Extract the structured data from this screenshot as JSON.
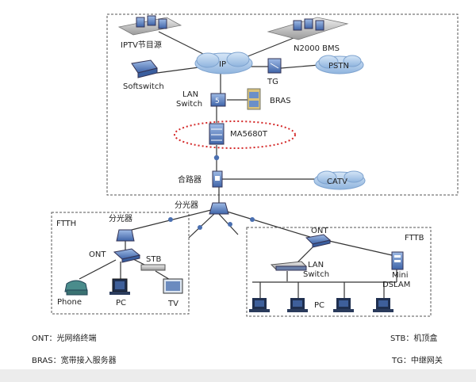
{
  "nodes": {
    "iptv": "IPTV节目源",
    "bms": "N2000 BMS",
    "ip": "IP",
    "softswitch": "Softswitch",
    "tg": "TG",
    "pstn": "PSTN",
    "lan_switch_top": "LAN\nSwitch",
    "bras": "BRAS",
    "ma5680t": "MA5680T",
    "combiner": "合路器",
    "catv": "CATV",
    "splitter_main": "分光器",
    "ftth_title": "FTTH",
    "splitter_ftth": "分光器",
    "ont_ftth": "ONT",
    "stb": "STB",
    "phone": "Phone",
    "pc_ftth": "PC",
    "tv": "TV",
    "fttb_title": "FTTB",
    "ont_fttb": "ONT",
    "lan_switch_fttb": "LAN\nSwitch",
    "mini_dslam": "Mini\nDSLAM",
    "pc_fttb": "PC"
  },
  "legend": {
    "ont": "ONT：光网络终端",
    "stb": "STB：机顶盒",
    "bras": "BRAS：宽带接入服务器",
    "tg": "TG：中继网关"
  },
  "colors": {
    "cloud": "#a9c8ea",
    "device_blue": "#5b84c4",
    "ma5680t_ring": "#d42a2a",
    "line": "#333333",
    "dashed_frame": "#555555"
  }
}
